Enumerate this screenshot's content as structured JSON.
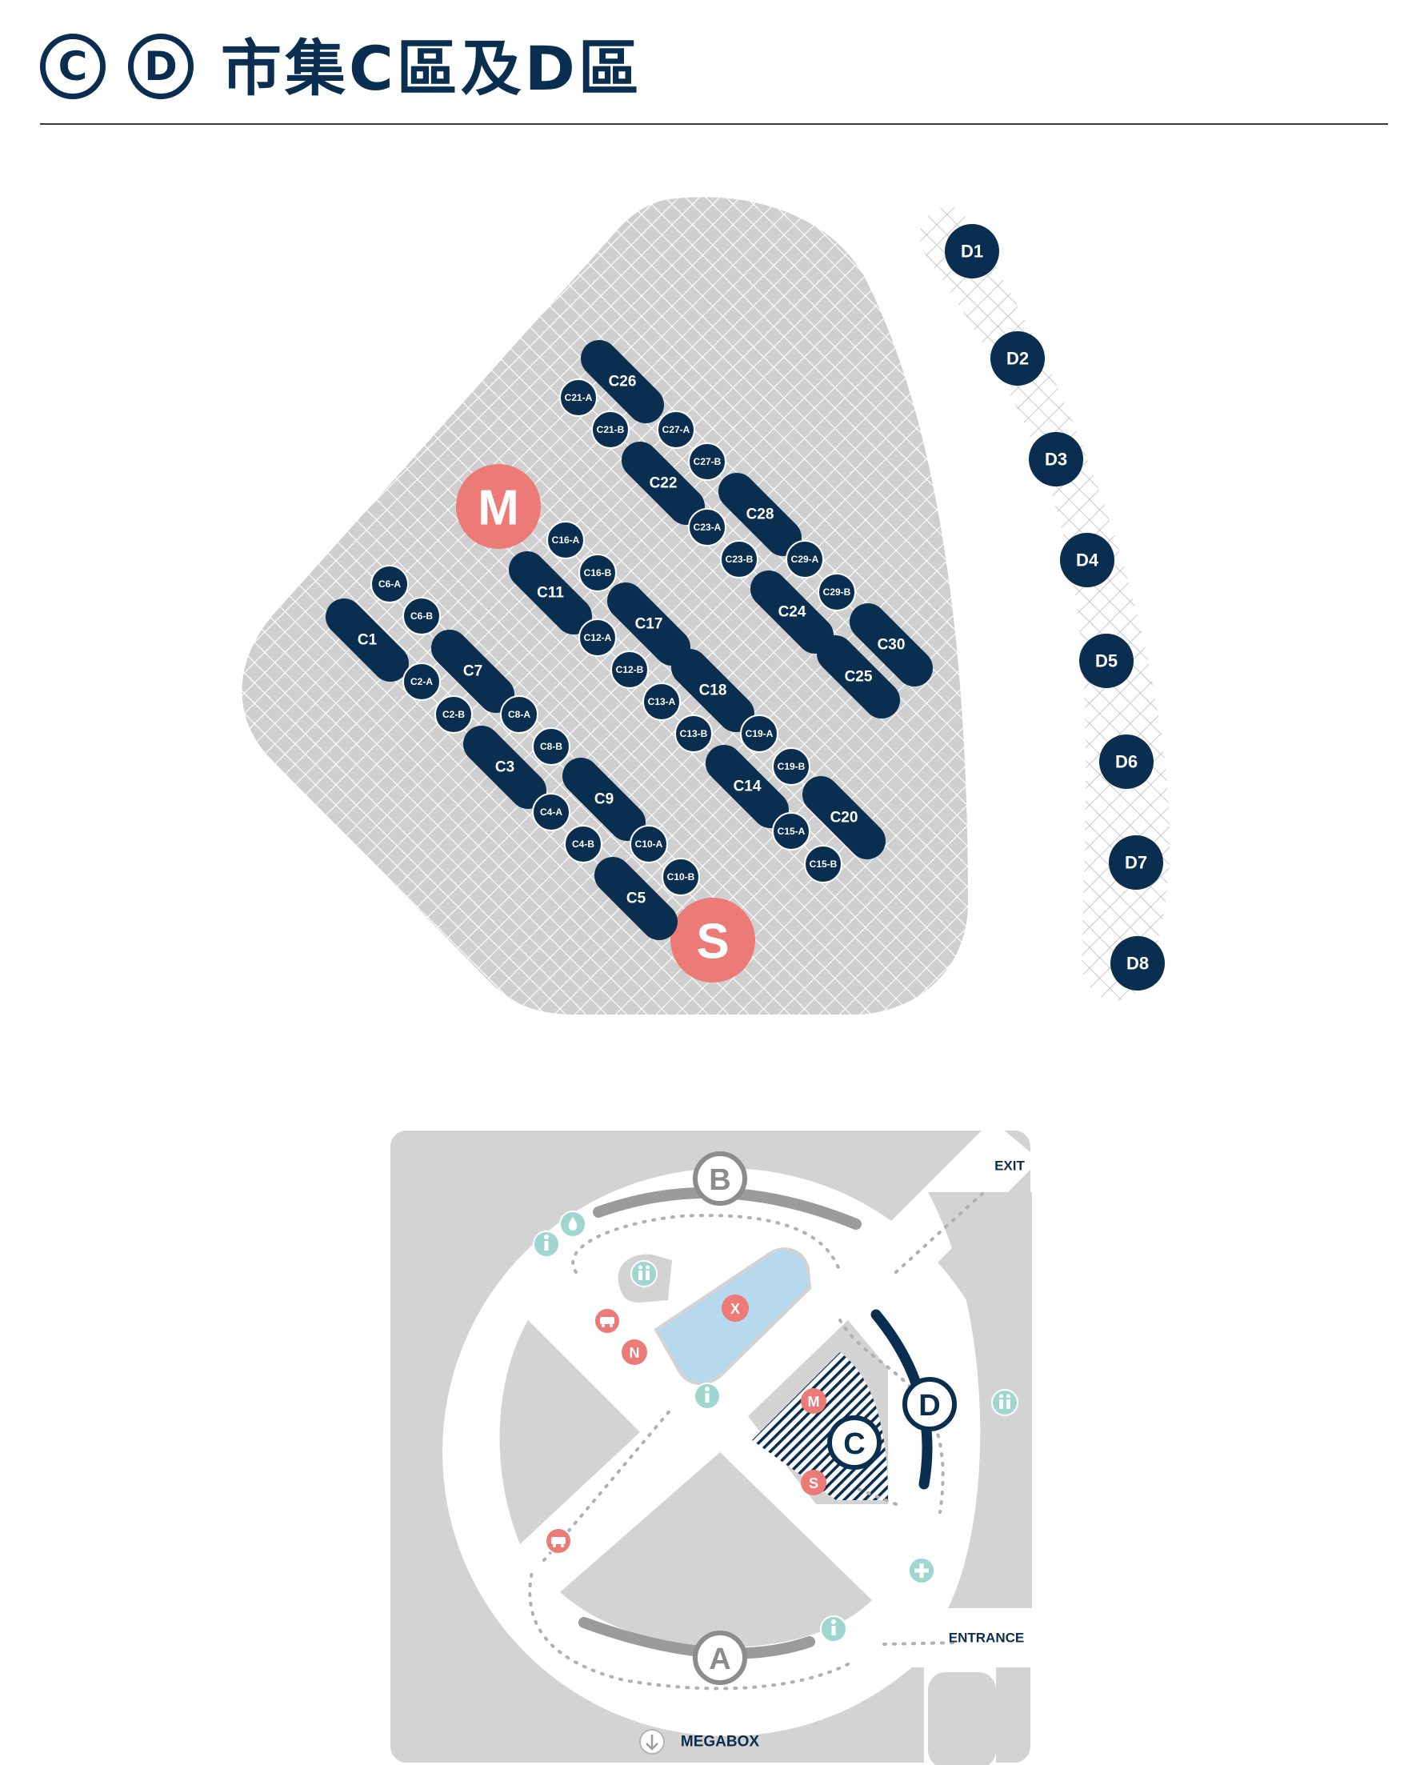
{
  "header": {
    "zone_c_badge": "C",
    "zone_d_badge": "D",
    "title": "市集C區及D區"
  },
  "detail_map": {
    "area_c": {
      "fill_color": "#cfcfcf",
      "markers": [
        {
          "id": "marker-m",
          "label": "M"
        },
        {
          "id": "marker-s",
          "label": "S"
        }
      ],
      "booths": [
        "C1",
        "C3",
        "C5",
        "C7",
        "C9",
        "C11",
        "C14",
        "C17",
        "C18",
        "C20",
        "C22",
        "C24",
        "C25",
        "C26",
        "C28",
        "C30"
      ],
      "small_booths": [
        "C21-A",
        "C21-B",
        "C27-A",
        "C27-B",
        "C23-A",
        "C23-B",
        "C29-A",
        "C29-B",
        "C16-A",
        "C16-B",
        "C6-A",
        "C6-B",
        "C12-A",
        "C12-B",
        "C2-A",
        "C2-B",
        "C13-A",
        "C13-B",
        "C8-A",
        "C8-B",
        "C19-A",
        "C19-B",
        "C4-A",
        "C4-B",
        "C10-A",
        "C10-B",
        "C15-A",
        "C15-B"
      ]
    },
    "area_d": {
      "booths": [
        "D1",
        "D2",
        "D3",
        "D4",
        "D5",
        "D6",
        "D7",
        "D8"
      ]
    }
  },
  "overview_map": {
    "zones": [
      "A",
      "B",
      "C",
      "D"
    ],
    "markers": [
      "M",
      "S",
      "X",
      "N"
    ],
    "labels": {
      "exit": "EXIT",
      "entrance": "ENTRANCE",
      "megabox": "MEGABOX"
    }
  },
  "colors": {
    "navy": "#0a2e4f",
    "coral": "#ec7b78",
    "teal": "#9fd6cf",
    "water": "#b7d9ee",
    "gray": "#d3d3d3"
  }
}
